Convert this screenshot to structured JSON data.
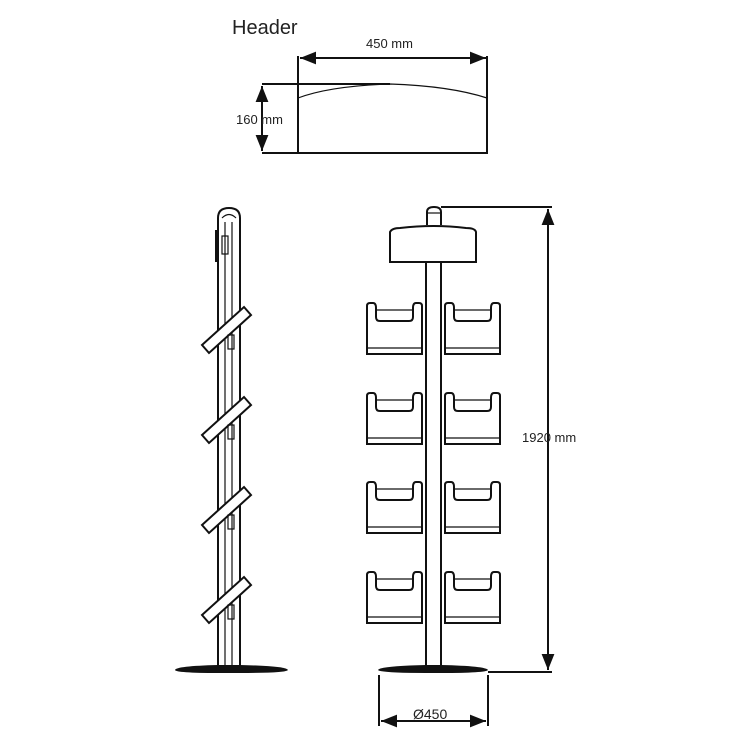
{
  "header_view": {
    "title": "Header",
    "width_label": "450 mm",
    "height_label": "160 mm"
  },
  "front_view": {
    "height_label": "1920 mm",
    "base_label": "Ø450"
  },
  "colors": {
    "line": "#111111",
    "background": "#ffffff"
  }
}
